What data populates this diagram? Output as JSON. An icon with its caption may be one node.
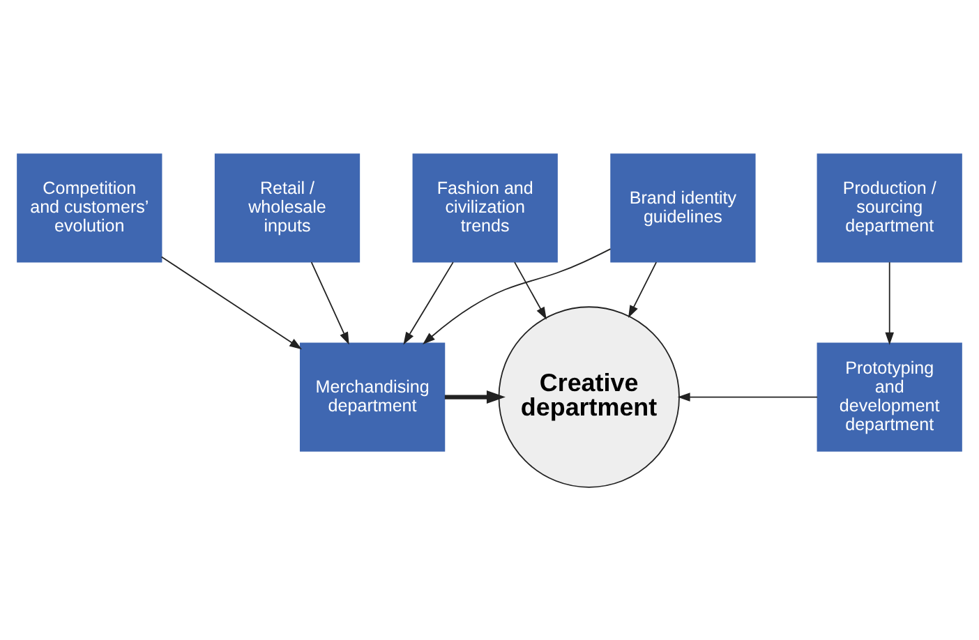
{
  "diagram": {
    "nodes": [
      {
        "text": [
          "Retail / wholesale inputs"
        ]
      },
      {
        "text": [
          "Brand identity guidelines"
        ]
      },
      {
        "text": [
          "Prototyping and development department"
        ]
      },
      {
        "text": [
          "Merchandising department"
        ]
      },
      {
        "text": [
          "Creative department"
        ]
      },
      {
        "text": [
          "Production / sourcing department"
        ]
      },
      {
        "text": [
          "Competition and customers’ evolution"
        ]
      },
      {
        "text": [
          "Fashion and civilization trends"
        ]
      }
    ],
    "edges": [
      {
        "from": 0,
        "to": 3,
        "arrow": "to"
      },
      {
        "from": 1,
        "to": 3,
        "arrow": "to"
      },
      {
        "from": 1,
        "to": 4,
        "arrow": "to"
      },
      {
        "from": 2,
        "to": 4,
        "arrow": "to"
      },
      {
        "from": 3,
        "to": 4,
        "arrow": "to",
        "style": "thick"
      },
      {
        "from": 5,
        "to": 2,
        "arrow": "to"
      },
      {
        "from": 6,
        "to": 3,
        "arrow": "to"
      },
      {
        "from": 7,
        "to": 3,
        "arrow": "to"
      },
      {
        "from": 7,
        "to": 4,
        "arrow": "to"
      }
    ]
  }
}
